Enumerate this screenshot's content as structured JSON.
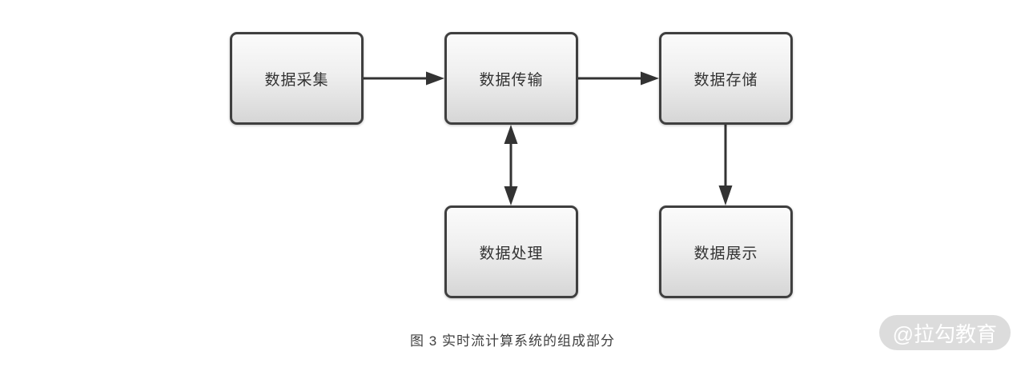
{
  "diagram": {
    "nodes": [
      {
        "id": "data-collection",
        "label": "数据采集"
      },
      {
        "id": "data-transmission",
        "label": "数据传输"
      },
      {
        "id": "data-storage",
        "label": "数据存储"
      },
      {
        "id": "data-processing",
        "label": "数据处理"
      },
      {
        "id": "data-display",
        "label": "数据展示"
      }
    ],
    "edges": [
      {
        "from": "data-collection",
        "to": "data-transmission",
        "direction": "one-way"
      },
      {
        "from": "data-transmission",
        "to": "data-storage",
        "direction": "one-way"
      },
      {
        "from": "data-transmission",
        "to": "data-processing",
        "direction": "two-way"
      },
      {
        "from": "data-storage",
        "to": "data-display",
        "direction": "one-way"
      }
    ],
    "caption": "图 3 实时流计算系统的组成部分",
    "watermark": "@拉勾教育",
    "colors": {
      "box_border": "#3f3f3f",
      "box_fill_top": "#fbfbfb",
      "box_fill_bottom": "#d6d6d6",
      "box_text": "#333333",
      "arrow": "#333333",
      "caption_text": "#3f3f3f",
      "watermark_bg": "#dcdcdc",
      "watermark_text": "#ffffff"
    }
  }
}
